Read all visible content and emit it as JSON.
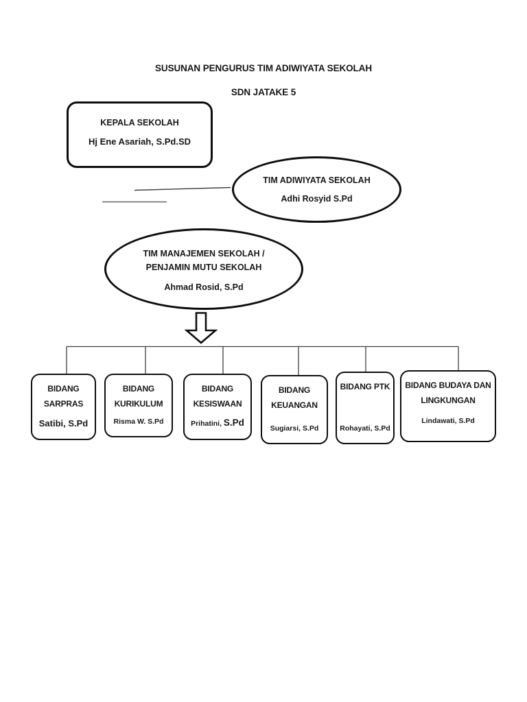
{
  "document": {
    "title": "SUSUNAN PENGURUS TIM ADIWIYATA SEKOLAH",
    "subtitle": "SDN JATAKE 5"
  },
  "org": {
    "kepala": {
      "title": "KEPALA SEKOLAH",
      "name": "Hj Ene Asariah, S.Pd.SD"
    },
    "tim_adiwiyata": {
      "title": "TIM ADIWIYATA SEKOLAH",
      "name": "Adhi Rosyid S.Pd"
    },
    "tim_manajemen": {
      "title": "TIM MANAJEMEN SEKOLAH / PENJAMIN MUTU SEKOLAH",
      "name": "Ahmad Rosid, S.Pd"
    },
    "bidang": [
      {
        "title": "BIDANG SARPRAS",
        "name": "Satibi, S.Pd"
      },
      {
        "title": "BIDANG KURIKULUM",
        "name": "Risma W. S.Pd"
      },
      {
        "title": "BIDANG KESISWAAN",
        "name_prefix": "Prihatini,",
        "name_emph": "S.Pd"
      },
      {
        "title": "BIDANG KEUANGAN",
        "name": "Sugiarsi, S.Pd"
      },
      {
        "title": "BIDANG PTK",
        "name": "Rohayati, S.Pd"
      },
      {
        "title": "BIDANG BUDAYA DAN LINGKUNGAN",
        "name": "Lindawati, S.Pd"
      }
    ]
  },
  "colors": {
    "ink": "#0d0d0d",
    "connector_line": "#3f3f3f",
    "stray_line_gray": "#636363",
    "page_background": "#ffffff"
  }
}
